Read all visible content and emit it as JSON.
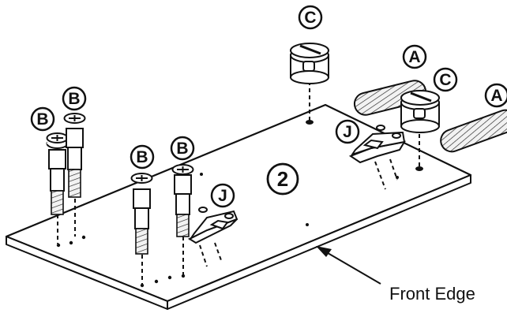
{
  "panel_number": "2",
  "front_edge_label": "Front Edge",
  "callouts": {
    "a_left": "A",
    "a_right": "A",
    "c_top": "C",
    "c_mid": "C",
    "b_1": "B",
    "b_2": "B",
    "b_3": "B",
    "b_4": "B",
    "j_left": "J",
    "j_right": "J"
  }
}
